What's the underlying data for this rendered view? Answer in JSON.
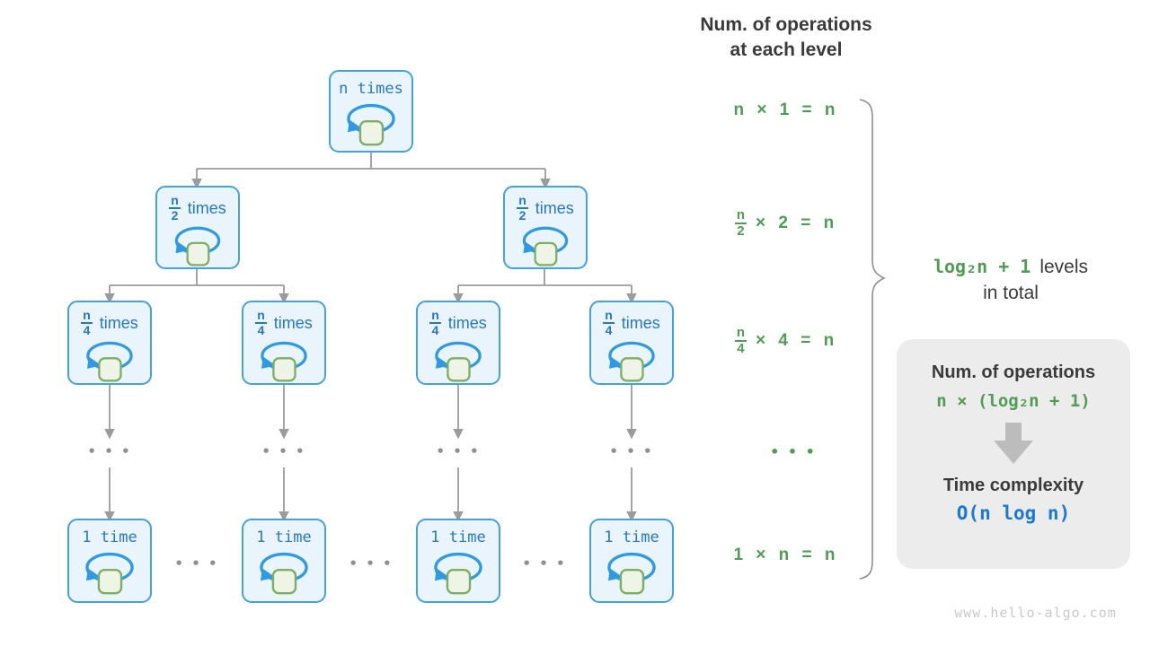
{
  "header": {
    "line1": "Num. of operations",
    "line2": "at each level"
  },
  "tree": {
    "root": {
      "label": "n times"
    },
    "level2": [
      {
        "num": "n",
        "den": "2",
        "word": "times"
      },
      {
        "num": "n",
        "den": "2",
        "word": "times"
      }
    ],
    "level3": [
      {
        "num": "n",
        "den": "4",
        "word": "times"
      },
      {
        "num": "n",
        "den": "4",
        "word": "times"
      },
      {
        "num": "n",
        "den": "4",
        "word": "times"
      },
      {
        "num": "n",
        "den": "4",
        "word": "times"
      }
    ],
    "bottom": [
      {
        "label": "1 time"
      },
      {
        "label": "1 time"
      },
      {
        "label": "1 time"
      },
      {
        "label": "1 time"
      }
    ],
    "column_dots": "• • •",
    "row_dots": "• • •"
  },
  "equations": {
    "level1": "n × 1 = n",
    "level2": {
      "num": "n",
      "den": "2",
      "rest": "× 2 = n"
    },
    "level3": {
      "num": "n",
      "den": "4",
      "rest": "× 4 = n"
    },
    "dots": "• • •",
    "last": "1 × n = n"
  },
  "brace_label": {
    "formula": "log₂n + 1",
    "text1": "levels",
    "text2": "in total"
  },
  "panel": {
    "title": "Num. of operations",
    "operations_formula": "n × (log₂n + 1)",
    "complexity_title": "Time complexity",
    "complexity_formula": "O(n log n)"
  },
  "watermark": "www.hello-algo.com",
  "colors": {
    "node_border": "#45a1e0",
    "node_fill": "#eaf4fd",
    "node_text": "#2678c2",
    "loop_arrow": "#2e9ae4",
    "square_fill": "#eef5e6",
    "square_border": "#7dae63",
    "green": "#4e9d52",
    "dark_text": "#3a3a3a",
    "complexity_blue": "#1a79d6",
    "connector_gray": "#9b9b9b",
    "panel_bg": "#ececec",
    "watermark_gray": "#c9c9c9"
  }
}
